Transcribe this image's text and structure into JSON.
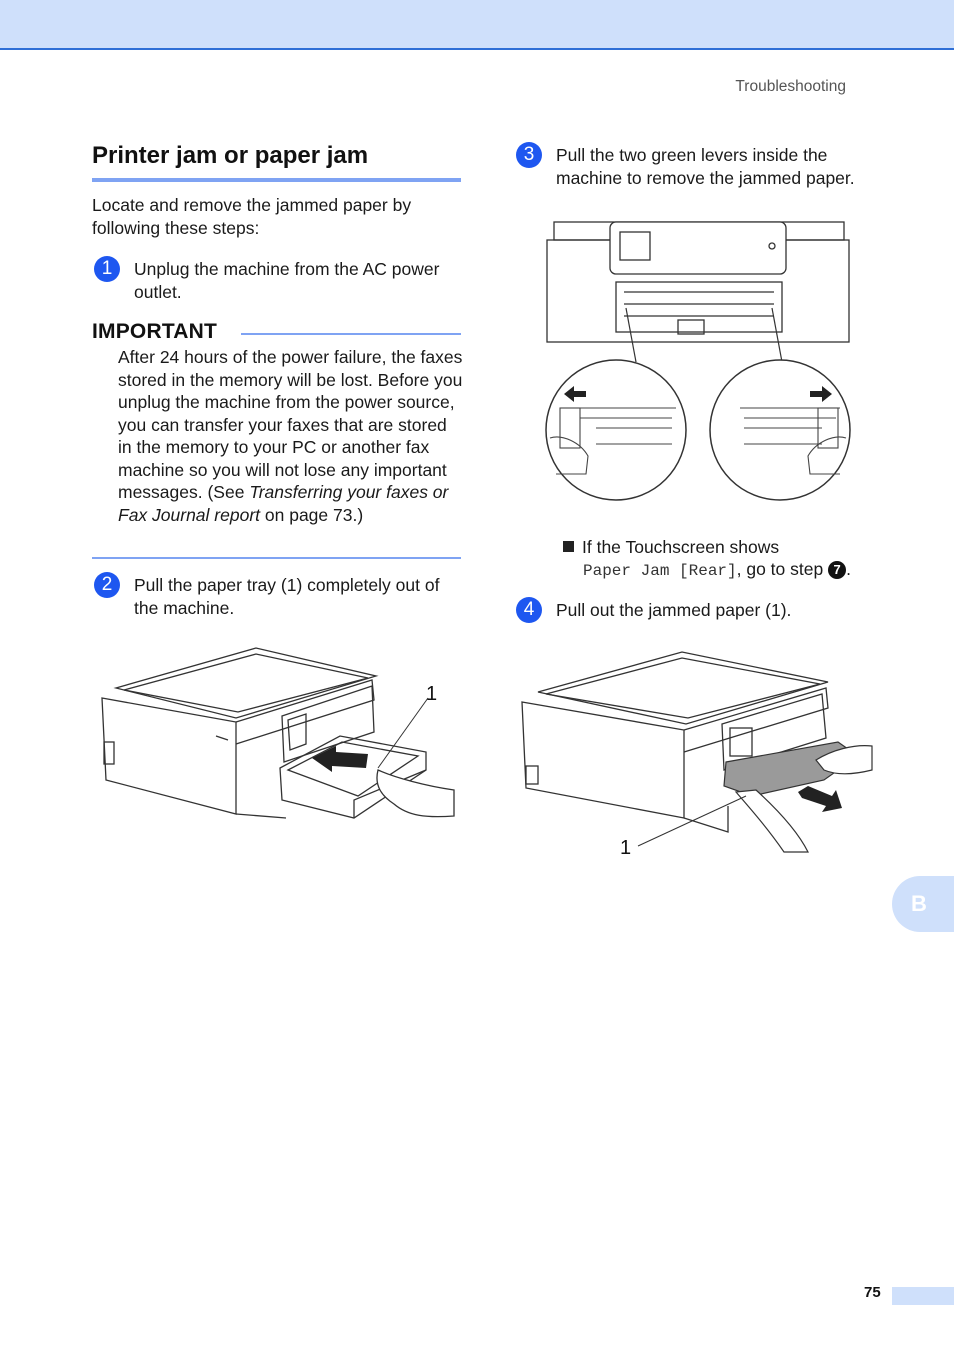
{
  "header": {
    "running_title": "Troubleshooting"
  },
  "section": {
    "title": "Printer jam or paper jam",
    "intro": "Locate and remove the jammed paper by following these steps:"
  },
  "steps": [
    {
      "number": "1",
      "text": "Unplug the machine from the AC power outlet."
    },
    {
      "number": "2",
      "text": "Pull the paper tray (1) completely out of the machine."
    },
    {
      "number": "3",
      "text": "Pull the two green levers inside the machine to remove the jammed paper."
    },
    {
      "number": "4",
      "text": "Pull out the jammed paper (1)."
    }
  ],
  "important": {
    "heading": "IMPORTANT",
    "body_before_link": "After 24 hours of the power failure, the faxes stored in the memory will be lost. Before you unplug the machine from the power source, you can transfer your faxes that are stored in the memory to your PC or another fax machine so you will not lose any important messages. (See ",
    "link_text": "Transferring your faxes or Fax Journal report",
    "body_after_link": " on page 73.)"
  },
  "note": {
    "text_before": "If the Touchscreen shows",
    "code": "Paper Jam [Rear]",
    "text_after": ", go to step",
    "step_ref": "7",
    "end": "."
  },
  "figures": {
    "tray_callout": "1",
    "paper_callout": "1"
  },
  "side_tab": {
    "label": "B"
  },
  "footer": {
    "page_number": "75"
  }
}
